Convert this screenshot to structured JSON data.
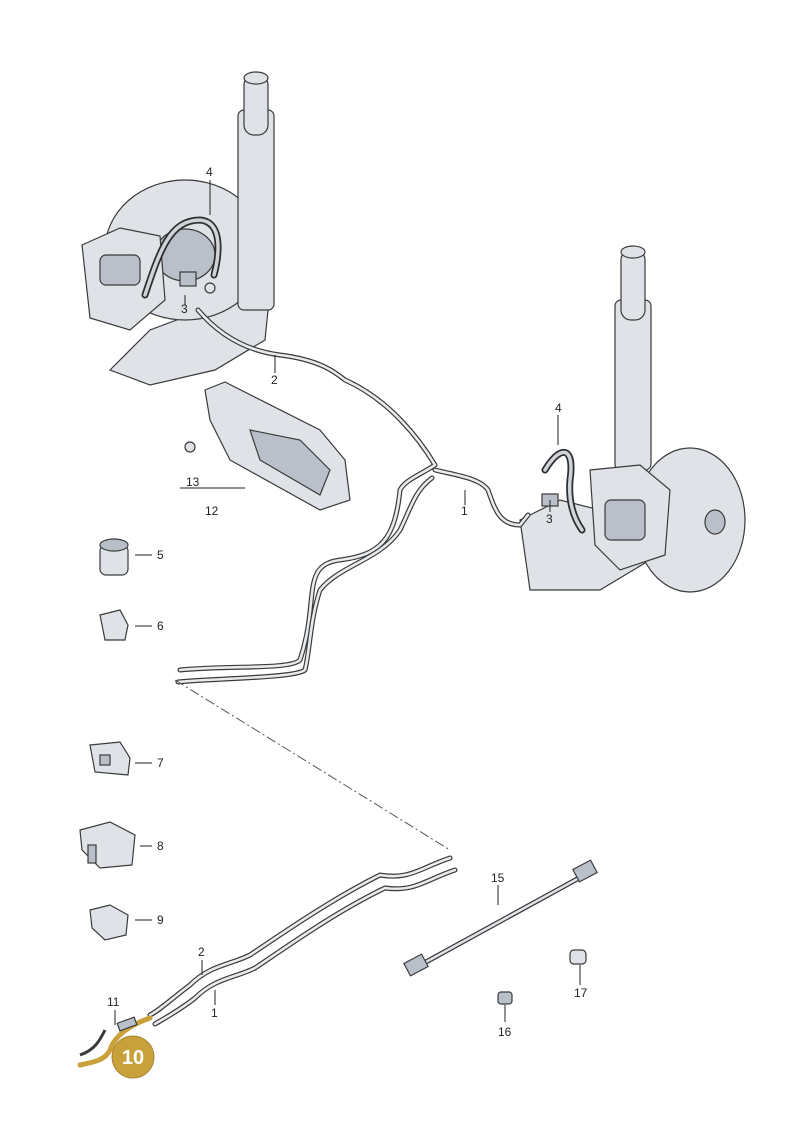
{
  "labels": {
    "p1_upper": "1",
    "p2_upper": "2",
    "p3_left": "3",
    "p3_right": "3",
    "p4_left": "4",
    "p4_right": "4",
    "p5": "5",
    "p6": "6",
    "p7": "7",
    "p8": "8",
    "p9": "9",
    "p10": "10",
    "p11": "11",
    "p12": "12",
    "p13": "13",
    "p15": "15",
    "p16": "16",
    "p17": "17",
    "p2_lower": "2",
    "p1_lower": "1"
  },
  "colors": {
    "badge": "#c9a13b",
    "part_fill": "#dfe3e8",
    "part_shade": "#b9c0c9",
    "outline": "#3a3a3a",
    "highlight_pipe": "#c9a13b"
  },
  "highlighted_part": "10"
}
